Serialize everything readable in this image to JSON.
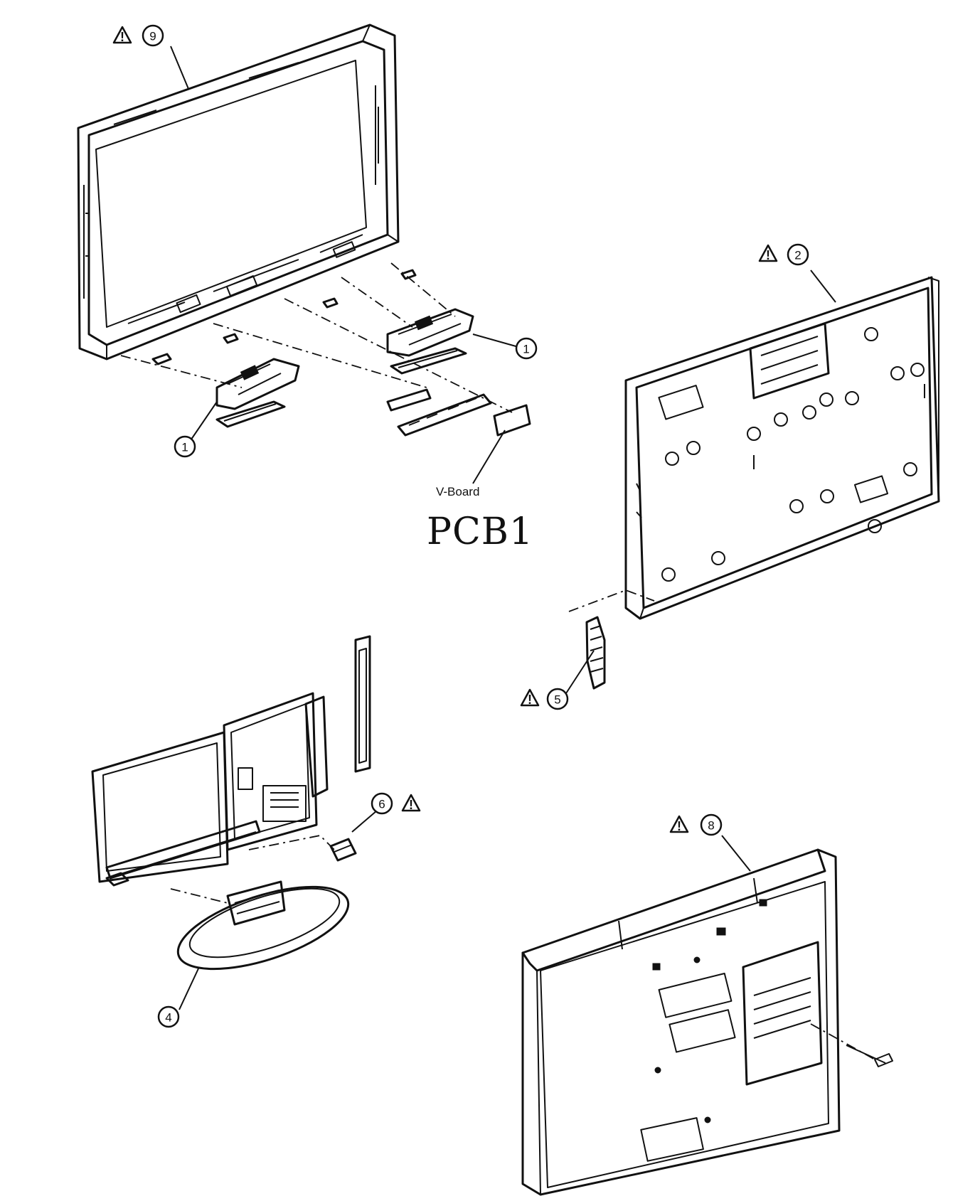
{
  "callouts": {
    "front_cabinet": "9",
    "speaker_left": "1",
    "speaker_right": "1",
    "lcd_panel": "2",
    "key_board": "5",
    "stand": "4",
    "power_cord": "6",
    "rear_cabinet": "8"
  },
  "labels": {
    "v_board": "V-Board",
    "handwritten": "PCB1"
  },
  "icons": {
    "warning": "warning-triangle-icon"
  }
}
